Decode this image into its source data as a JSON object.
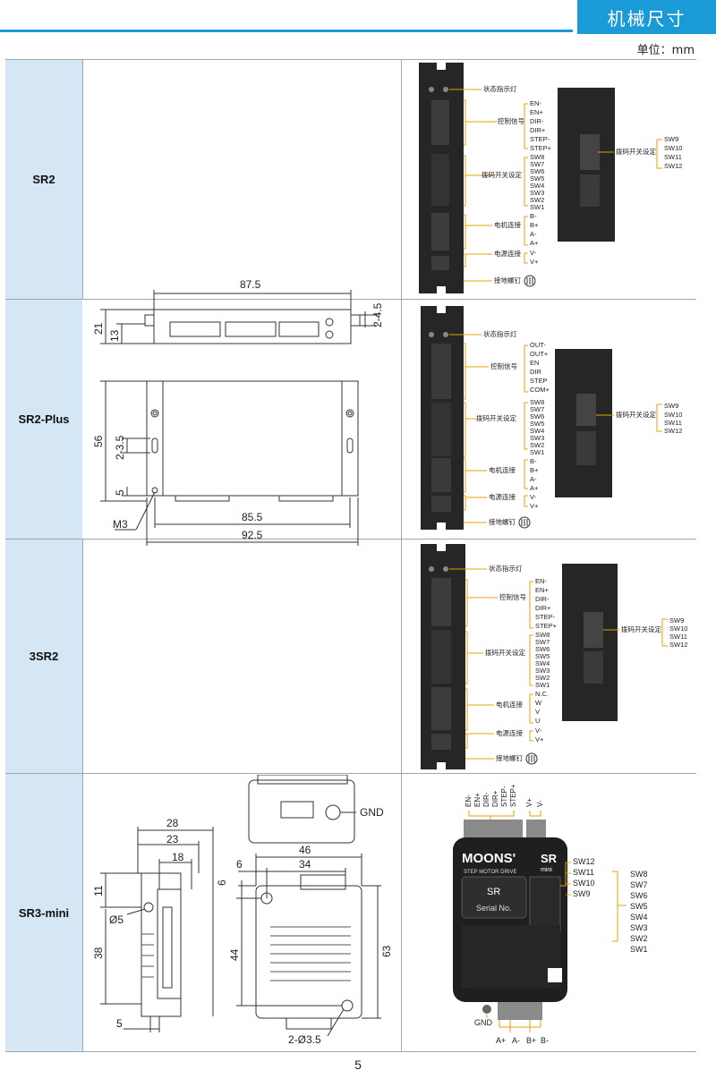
{
  "header": {
    "section_title": "机械尺寸",
    "unit": "单位：mm"
  },
  "rows": [
    {
      "model": "SR2"
    },
    {
      "model": "SR2-Plus"
    },
    {
      "model": "3SR2"
    },
    {
      "model": "SR3-mini"
    }
  ],
  "dims_sr2": {
    "w_top": "87.5",
    "h_right": "2-4.5",
    "h21": "21",
    "h13": "13",
    "h56": "56",
    "hole_slot": "2-3.5",
    "h5": "5",
    "w855": "85.5",
    "w925": "92.5",
    "m3": "M3"
  },
  "dims_mini": {
    "gnd": "GND",
    "w28": "28",
    "w23": "23",
    "w18": "18",
    "h11": "11",
    "phi5": "Ø5",
    "h38": "38",
    "w5": "5",
    "w46": "46",
    "w6": "6",
    "w34": "34",
    "h6": "6",
    "h44": "44",
    "h63": "63",
    "holes": "2-Ø3.5"
  },
  "sr2_callouts": {
    "status": "状态指示灯",
    "control": "控制信号",
    "control_pins": [
      "EN-",
      "EN+",
      "DIR-",
      "DIR+",
      "STEP-",
      "STEP+"
    ],
    "dip": "拨码开关设定",
    "dip_pins": [
      "SW8",
      "SW7",
      "SW6",
      "SW5",
      "SW4",
      "SW3",
      "SW2",
      "SW1"
    ],
    "motor": "电机连接",
    "motor_pins": [
      "B-",
      "B+",
      "A-",
      "A+"
    ],
    "power": "电源连接",
    "power_pins": [
      "V-",
      "V+"
    ],
    "ground": "接地螺钉",
    "side_dip": "拨码开关设定",
    "side_pins": [
      "SW9",
      "SW10",
      "SW11",
      "SW12"
    ]
  },
  "plus_callouts": {
    "status": "状态指示灯",
    "control": "控制信号",
    "control_pins": [
      "OUT-",
      "OUT+",
      "EN",
      "DIR",
      "STEP",
      "COM+"
    ],
    "dip": "拨码开关设定",
    "dip_pins": [
      "SW8",
      "SW7",
      "SW6",
      "SW5",
      "SW4",
      "SW3",
      "SW2",
      "SW1"
    ],
    "motor": "电机连接",
    "motor_pins": [
      "B-",
      "B+",
      "A-",
      "A+"
    ],
    "power": "电源连接",
    "power_pins": [
      "V-",
      "V+"
    ],
    "ground": "接地螺钉",
    "side_dip": "拨码开关设定",
    "side_pins": [
      "SW9",
      "SW10",
      "SW11",
      "SW12"
    ]
  },
  "three_callouts": {
    "status": "状态指示灯",
    "control": "控制信号",
    "control_pins": [
      "EN-",
      "EN+",
      "DIR-",
      "DIR+",
      "STEP-",
      "STEP+"
    ],
    "dip": "拨码开关设定",
    "dip_pins": [
      "SW8",
      "SW7",
      "SW6",
      "SW5",
      "SW4",
      "SW3",
      "SW2",
      "SW1"
    ],
    "motor": "电机连接",
    "motor_pins": [
      "N.C.",
      "W",
      "V",
      "U"
    ],
    "power": "电源连接",
    "power_pins": [
      "V-",
      "V+"
    ],
    "ground": "接地螺钉",
    "side_dip": "拨码开关设定",
    "side_pins": [
      "SW9",
      "SW10",
      "SW11",
      "SW12"
    ]
  },
  "mini_callouts": {
    "top_pins": [
      "EN-",
      "EN+",
      "DIR-",
      "DIR+",
      "STEP-",
      "STEP+",
      "V+",
      "V-"
    ],
    "brand": "MOONS'",
    "brand_sub": "STEP MOTOR DRIVE",
    "series": "SR",
    "series_sub": "mini",
    "label_sr": "SR",
    "serial": "Serial No.",
    "left_sw": [
      "SW12",
      "SW11",
      "SW10",
      "SW9"
    ],
    "right_sw": [
      "SW8",
      "SW7",
      "SW6",
      "SW5",
      "SW4",
      "SW3",
      "SW2",
      "SW1"
    ],
    "gnd": "GND",
    "bottom_pins": [
      "A+",
      "A-",
      "B+",
      "B-"
    ]
  },
  "footer": {
    "page_number": "5"
  }
}
